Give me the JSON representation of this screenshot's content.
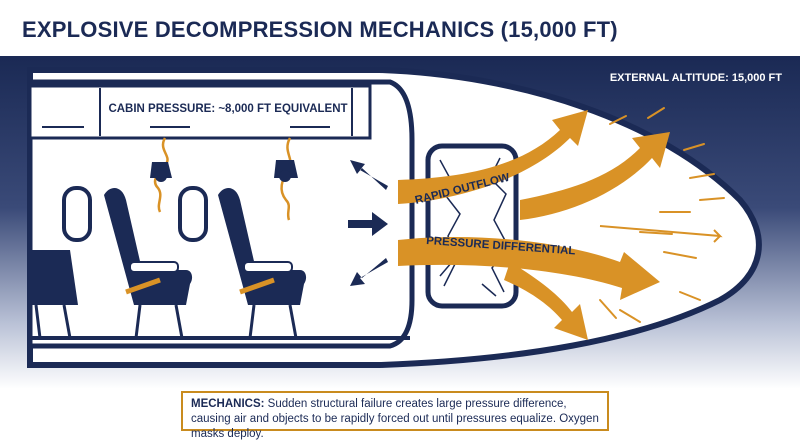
{
  "title": "EXPLOSIVE DECOMPRESSION MECHANICS (15,000 FT)",
  "external_altitude": "EXTERNAL ALTITUDE: 15,000 FT",
  "cabin_pressure": "CABIN PRESSURE: ~8,000 FT EQUIVALENT",
  "arrow_labels": {
    "rapid_outflow": "RAPID OUTFLOW",
    "pressure_differential": "PRESSURE DIFFERENTIAL"
  },
  "mechanics": {
    "lead": "MECHANICS:",
    "text": " Sudden structural failure creates large pressure difference, causing air and objects to be rapidly forced out until pressures equalize. Oxygen masks deploy."
  },
  "colors": {
    "navy": "#1b2a55",
    "orange": "#d99226",
    "frame_border": "#c98b1e"
  }
}
